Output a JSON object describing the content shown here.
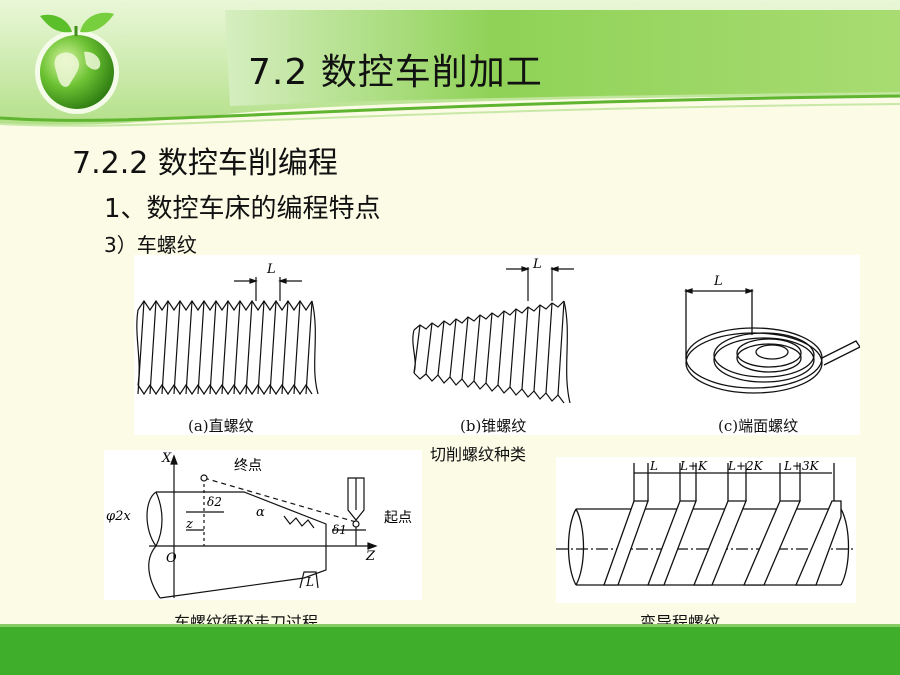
{
  "slide": {
    "title": "7.2  数控车削加工",
    "section": "7.2.2 数控车削编程",
    "subsection": "1、数控车床的编程特点",
    "item": "3）车螺纹"
  },
  "figures": {
    "thread_types": {
      "caption_a": "(a)直螺纹",
      "caption_b": "(b)锥螺纹",
      "caption_c": "(c)端面螺纹",
      "caption": "切削螺纹种类",
      "lead_label": "L"
    },
    "cycle": {
      "caption": "车螺纹循环走刀过程",
      "x_axis": "X",
      "z_axis": "Z",
      "origin": "O",
      "end_point": "终点",
      "start_point": "起点",
      "diameter": "φ2x",
      "z_label": "z",
      "delta2": "δ2",
      "delta1": "δ1",
      "alpha": "α",
      "lead": "L"
    },
    "variable_lead": {
      "caption": "变导程螺纹",
      "leads": [
        "L",
        "L+K",
        "L+2K",
        "L+3K"
      ]
    }
  },
  "colors": {
    "header_green": "#7fcf46",
    "footer_green": "#3fae2a",
    "background": "#fbfbe6"
  },
  "icons": [
    "globe-leaf-icon"
  ]
}
